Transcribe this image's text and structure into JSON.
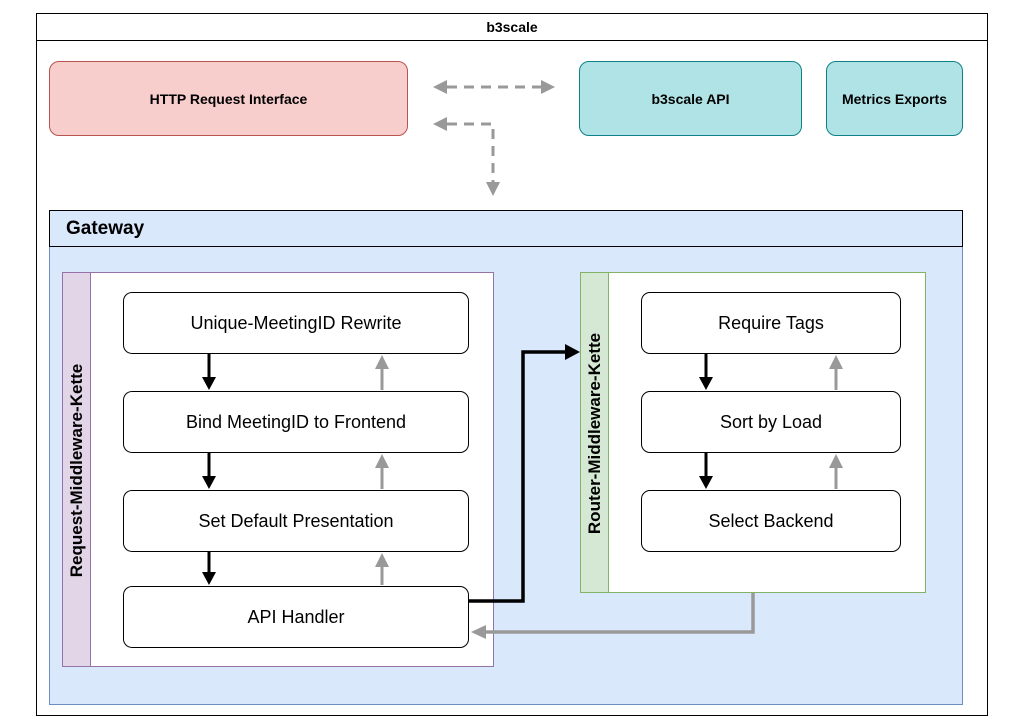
{
  "title": "b3scale",
  "top_boxes": {
    "http": "HTTP Request Interface",
    "api": "b3scale API",
    "metrics": "Metrics Exports"
  },
  "gateway": {
    "title": "Gateway",
    "request_chain": {
      "label": "Request-Middleware-Kette",
      "steps": [
        "Unique-MeetingID Rewrite",
        "Bind MeetingID to Frontend",
        "Set Default Presentation",
        "API Handler"
      ]
    },
    "router_chain": {
      "label": "Router-Middleware-Kette",
      "steps": [
        "Require Tags",
        "Sort by Load",
        "Select Backend"
      ]
    }
  },
  "colors": {
    "http_fill": "#f8cecc",
    "api_fill": "#b0e3e6",
    "gateway_fill": "#dae8fc",
    "request_lane_fill": "#e1d5e7",
    "router_lane_fill": "#d5e8d4",
    "return_arrow": "#999999"
  }
}
